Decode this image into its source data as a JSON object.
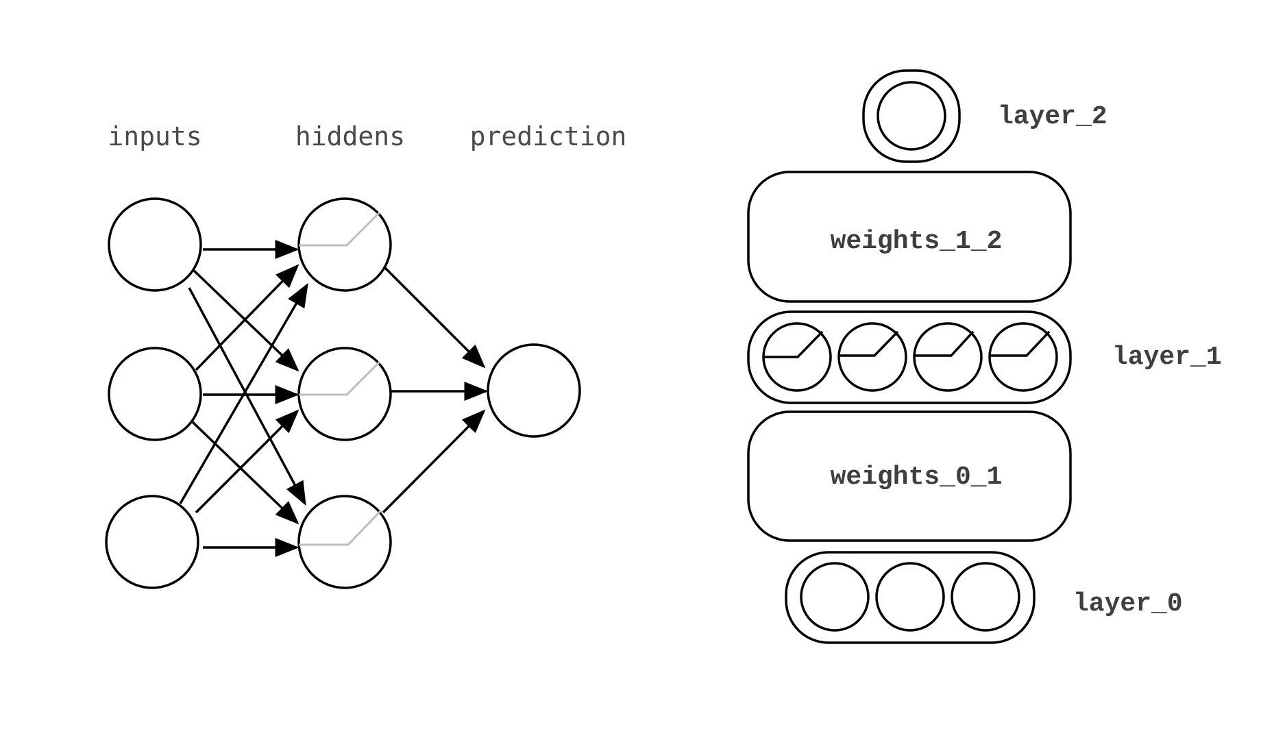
{
  "network": {
    "column_labels": {
      "inputs": "inputs",
      "hiddens": "hiddens",
      "prediction": "prediction"
    }
  },
  "stack": {
    "layer_2": "layer_2",
    "weights_1_2": "weights_1_2",
    "layer_1": "layer_1",
    "weights_0_1": "weights_0_1",
    "layer_0": "layer_0"
  },
  "colors": {
    "stroke": "#000000",
    "relu_gray": "#bdbdbd",
    "label_text": "#4a4a4a"
  }
}
